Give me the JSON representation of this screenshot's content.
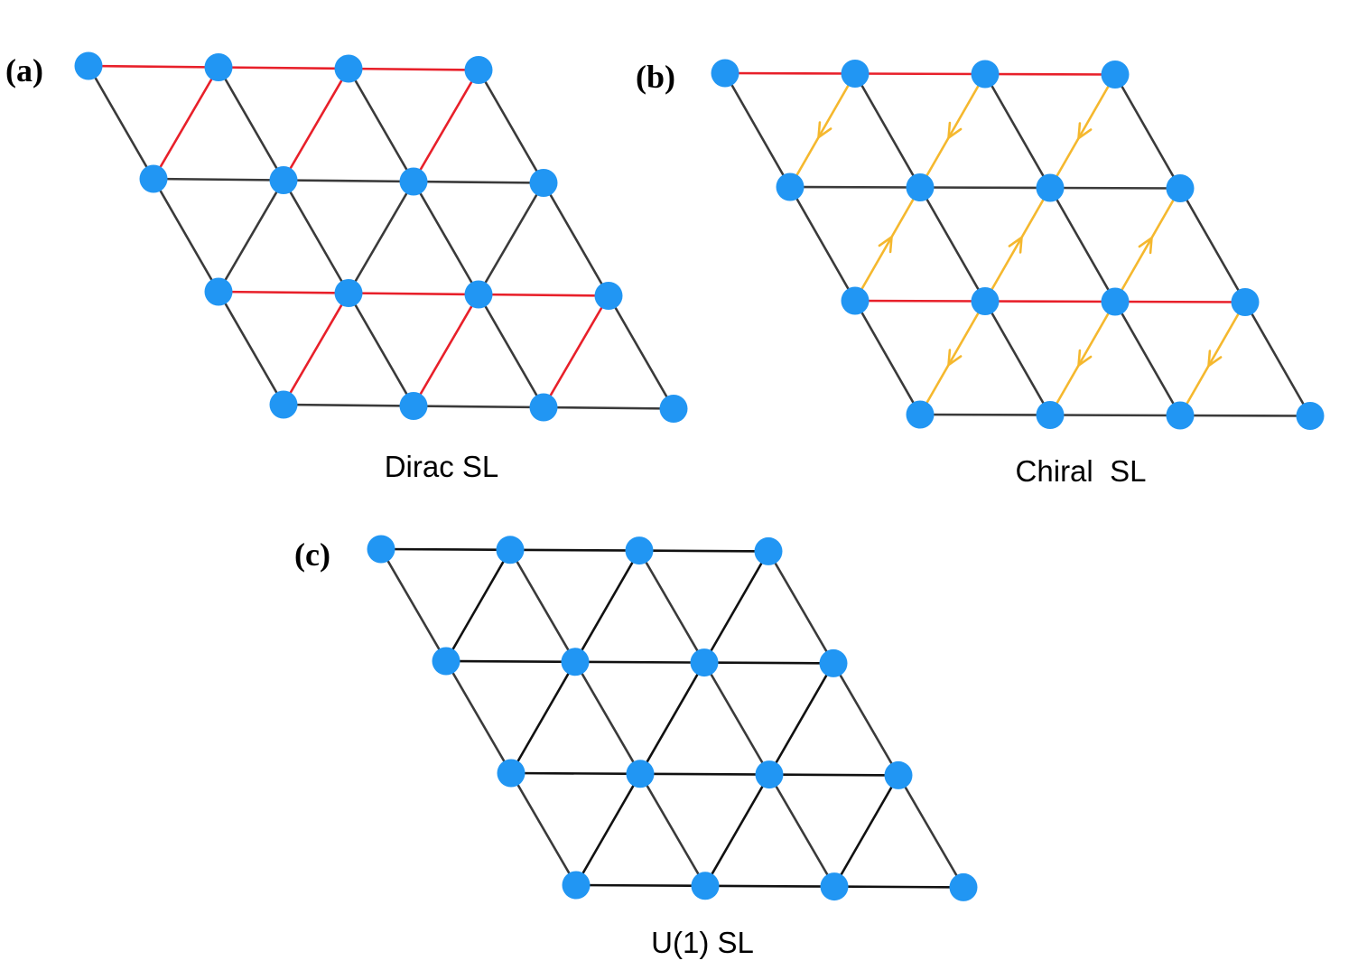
{
  "colors": {
    "background": "#ffffff",
    "node": "#2196f3",
    "bond_default": "#3a3a3a",
    "bond_highlight": "#e8202a",
    "bond_flux": "#f5b82e",
    "bond_u1": "#111111",
    "text": "#000000"
  },
  "panels": [
    {
      "id": "a",
      "letter": "(a)",
      "caption": "Dirac SL",
      "highlight_rows": [
        0,
        2
      ],
      "highlight_diagonals": [
        [
          0,
          0
        ],
        [
          0,
          1
        ],
        [
          0,
          2
        ],
        [
          2,
          0
        ],
        [
          2,
          1
        ],
        [
          2,
          2
        ]
      ],
      "arrows": []
    },
    {
      "id": "b",
      "letter": "(b)",
      "caption": "Chiral  SL",
      "highlight_rows": [
        0,
        2
      ],
      "highlight_diagonals": [
        [
          0,
          0
        ],
        [
          0,
          1
        ],
        [
          0,
          2
        ],
        [
          1,
          0
        ],
        [
          1,
          1
        ],
        [
          1,
          2
        ],
        [
          2,
          0
        ],
        [
          2,
          1
        ],
        [
          2,
          2
        ]
      ],
      "arrows": [
        {
          "row": 0,
          "col": 0,
          "dir": "down"
        },
        {
          "row": 0,
          "col": 1,
          "dir": "down"
        },
        {
          "row": 0,
          "col": 2,
          "dir": "down"
        },
        {
          "row": 1,
          "col": 0,
          "dir": "up"
        },
        {
          "row": 1,
          "col": 1,
          "dir": "up"
        },
        {
          "row": 1,
          "col": 2,
          "dir": "up"
        },
        {
          "row": 2,
          "col": 0,
          "dir": "down"
        },
        {
          "row": 2,
          "col": 1,
          "dir": "down"
        },
        {
          "row": 2,
          "col": 2,
          "dir": "down"
        }
      ]
    },
    {
      "id": "c",
      "letter": "(c)",
      "caption": "U(1) SL",
      "highlight_rows": [],
      "highlight_diagonals": [],
      "arrows": []
    }
  ]
}
